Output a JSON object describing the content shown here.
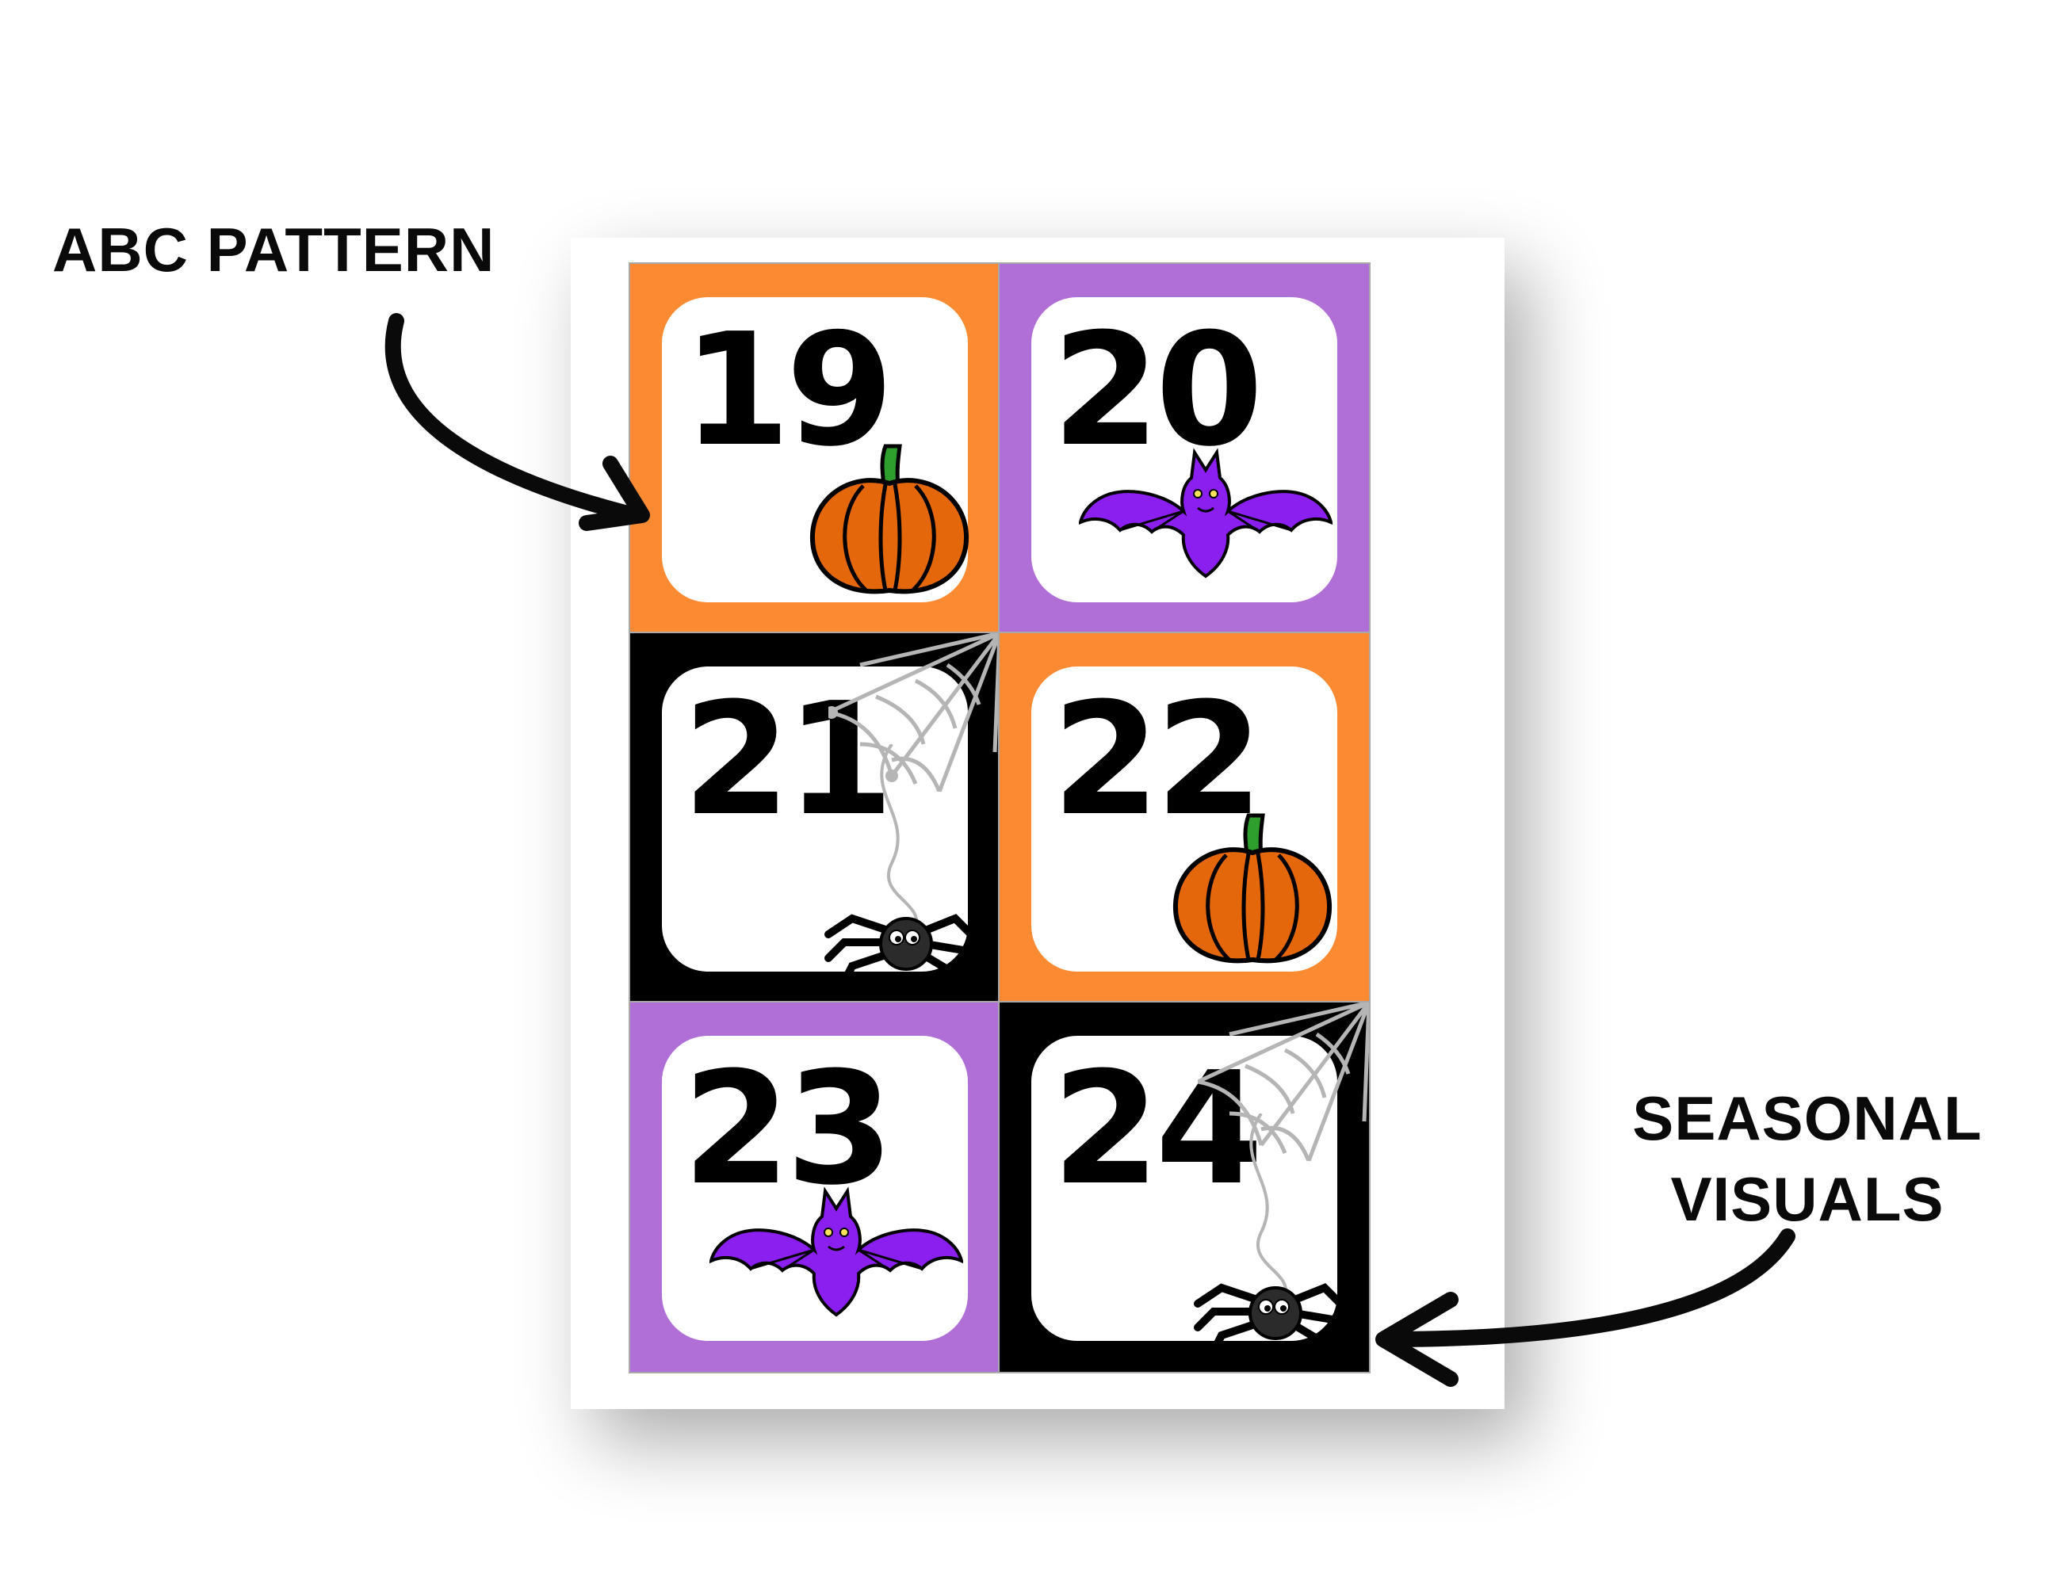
{
  "annotations": {
    "left_label": "ABC PATTERN",
    "right_label_line1": "SEASONAL",
    "right_label_line2": "VISUALS"
  },
  "cards": [
    {
      "number": "19",
      "color": "#fb8a32",
      "icon": "pumpkin-icon"
    },
    {
      "number": "20",
      "color": "#b06fd6",
      "icon": "bat-icon"
    },
    {
      "number": "21",
      "color": "#000000",
      "icon": "spider-icon"
    },
    {
      "number": "22",
      "color": "#fb8a32",
      "icon": "pumpkin-icon"
    },
    {
      "number": "23",
      "color": "#b06fd6",
      "icon": "bat-icon"
    },
    {
      "number": "24",
      "color": "#000000",
      "icon": "spider-icon"
    }
  ],
  "colors": {
    "orange": "#fb8a32",
    "purple": "#b06fd6",
    "black": "#000000",
    "pumpkin": "#e4670c",
    "bat": "#8a1ff0",
    "stem": "#2e9e2c"
  }
}
